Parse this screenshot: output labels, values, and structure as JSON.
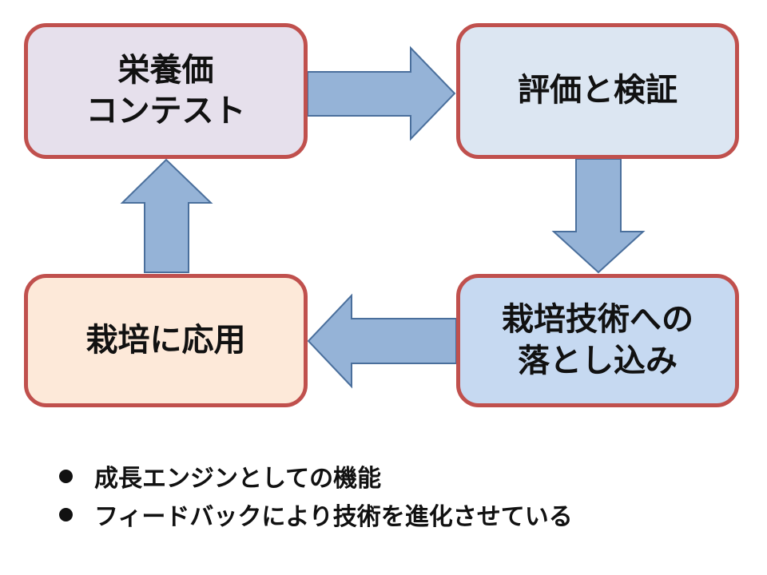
{
  "diagram": {
    "boxes": {
      "top_left": {
        "lines": [
          "栄養価",
          "コンテスト"
        ],
        "fill": "#e6e0ec",
        "border": "#c0504d"
      },
      "top_right": {
        "lines": [
          "評価と検証"
        ],
        "fill": "#dce6f2",
        "border": "#c0504d"
      },
      "bottom_right": {
        "lines": [
          "栽培技術への",
          "落とし込み"
        ],
        "fill": "#c6d9f1",
        "border": "#c0504d"
      },
      "bottom_left": {
        "lines": [
          "栽培に応用"
        ],
        "fill": "#fde9d9",
        "border": "#c0504d"
      }
    },
    "arrow_fill": "#95b3d7",
    "arrow_stroke": "#4a6f9c",
    "flow": [
      "right",
      "down",
      "left",
      "up"
    ]
  },
  "bullets": [
    "成長エンジンとしての機能",
    "フィードバックにより技術を進化させている"
  ]
}
